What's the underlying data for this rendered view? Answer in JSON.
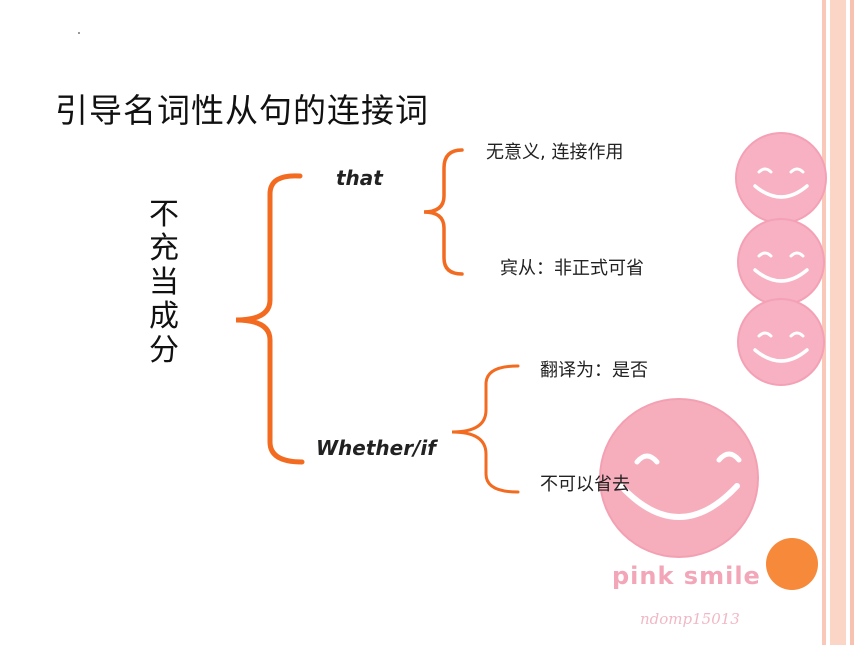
{
  "slide": {
    "title": "引导名词性从句的连接词",
    "vertical_label": "不充当成分",
    "branches": [
      {
        "keyword": "that",
        "notes": [
          "无意义, 连接作用",
          "宾从：非正式可省"
        ]
      },
      {
        "keyword": "Whether/if",
        "notes": [
          "翻译为：是否",
          "不可以省去"
        ]
      }
    ]
  },
  "decoration": {
    "brand_text": "pink smile",
    "signature_text": "ndomp15013",
    "colors": {
      "brace": "#f26b21",
      "smiley_fill": "#f4a0b5",
      "smiley_light": "#f9c3d0",
      "accent_dot": "#f7893a",
      "stripe": "#fbd6c6"
    }
  }
}
